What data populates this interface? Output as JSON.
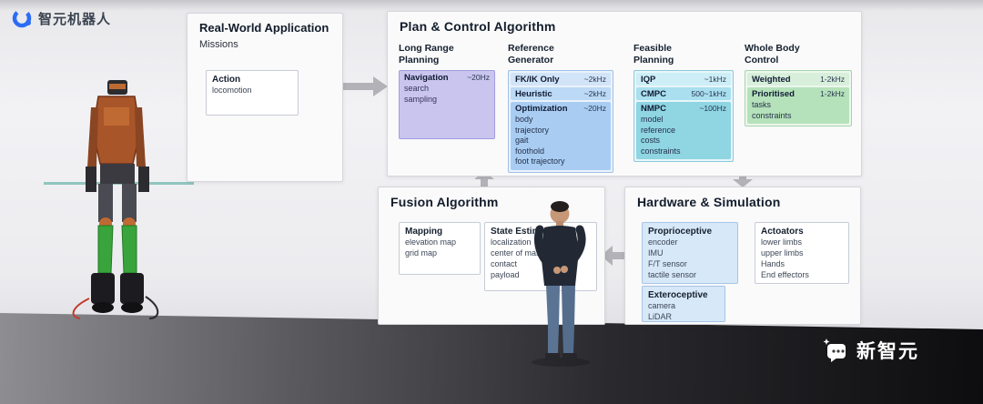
{
  "brand": {
    "name": "智元机器人"
  },
  "watermark": {
    "name": "新智元"
  },
  "colors": {
    "purple_block": "#c9c5ee",
    "blue_block_light": "#d2e4f8",
    "blue_block_mid": "#bcd9f5",
    "blue_block_deep": "#a9cdf2",
    "teal_block_light": "#cdeef6",
    "teal_block_mid": "#a9dfee",
    "teal_block_deep": "#8fd5e2",
    "green_block_light": "#d8efdb",
    "green_block_deep": "#b5e2ba",
    "arrow_gray": "#b2b2b8",
    "logo_blue": "#2d6cf5"
  },
  "real_world": {
    "title": "Real-World Application",
    "subtitle": "Missions",
    "action": {
      "title": "Action",
      "items": [
        "locomotion"
      ]
    }
  },
  "plan_control": {
    "title": "Plan & Control Algorithm",
    "long_range": {
      "heading": "Long Range Planning",
      "navigation": {
        "label": "Navigation",
        "rate": "~20Hz",
        "items": [
          "search",
          "sampling"
        ]
      }
    },
    "reference_generator": {
      "heading": "Reference Generator",
      "fkik": {
        "label": "FK/IK Only",
        "rate": "~2kHz"
      },
      "heuristic": {
        "label": "Heuristic",
        "rate": "~2kHz"
      },
      "optimization": {
        "label": "Optimization",
        "rate": "~20Hz",
        "items": [
          "body",
          "trajectory",
          "gait",
          "foothold",
          "foot trajectory"
        ]
      }
    },
    "feasible_planning": {
      "heading": "Feasible Planning",
      "iqp": {
        "label": "IQP",
        "rate": "~1kHz"
      },
      "cmpc": {
        "label": "CMPC",
        "rate": "500~1kHz"
      },
      "nmpc": {
        "label": "NMPC",
        "rate": "~100Hz",
        "items": [
          "model",
          "reference",
          "costs",
          "constraints"
        ]
      }
    },
    "whole_body": {
      "heading": "Whole Body Control",
      "weighted": {
        "label": "Weighted",
        "rate": "1-2kHz"
      },
      "prioritised": {
        "label": "Prioritised",
        "rate": "1-2kHz",
        "items": [
          "tasks",
          "constraints"
        ]
      }
    }
  },
  "fusion": {
    "title": "Fusion Algorithm",
    "mapping": {
      "title": "Mapping",
      "items": [
        "elevation map",
        "grid map"
      ]
    },
    "state_estimation": {
      "title": "State Estimation",
      "items": [
        "localization",
        "center of mass",
        "contact",
        "payload"
      ]
    }
  },
  "hardware": {
    "title": "Hardware & Simulation",
    "proprioceptive": {
      "title": "Proprioceptive",
      "items": [
        "encoder",
        "IMU",
        "F/T sensor",
        "tactile sensor"
      ]
    },
    "actuators": {
      "title": "Actoators",
      "items": [
        "lower limbs",
        "upper limbs",
        "Hands",
        "End effectors"
      ]
    },
    "exteroceptive": {
      "title": "Exteroceptive",
      "items": [
        "camera",
        "LiDAR"
      ]
    }
  }
}
